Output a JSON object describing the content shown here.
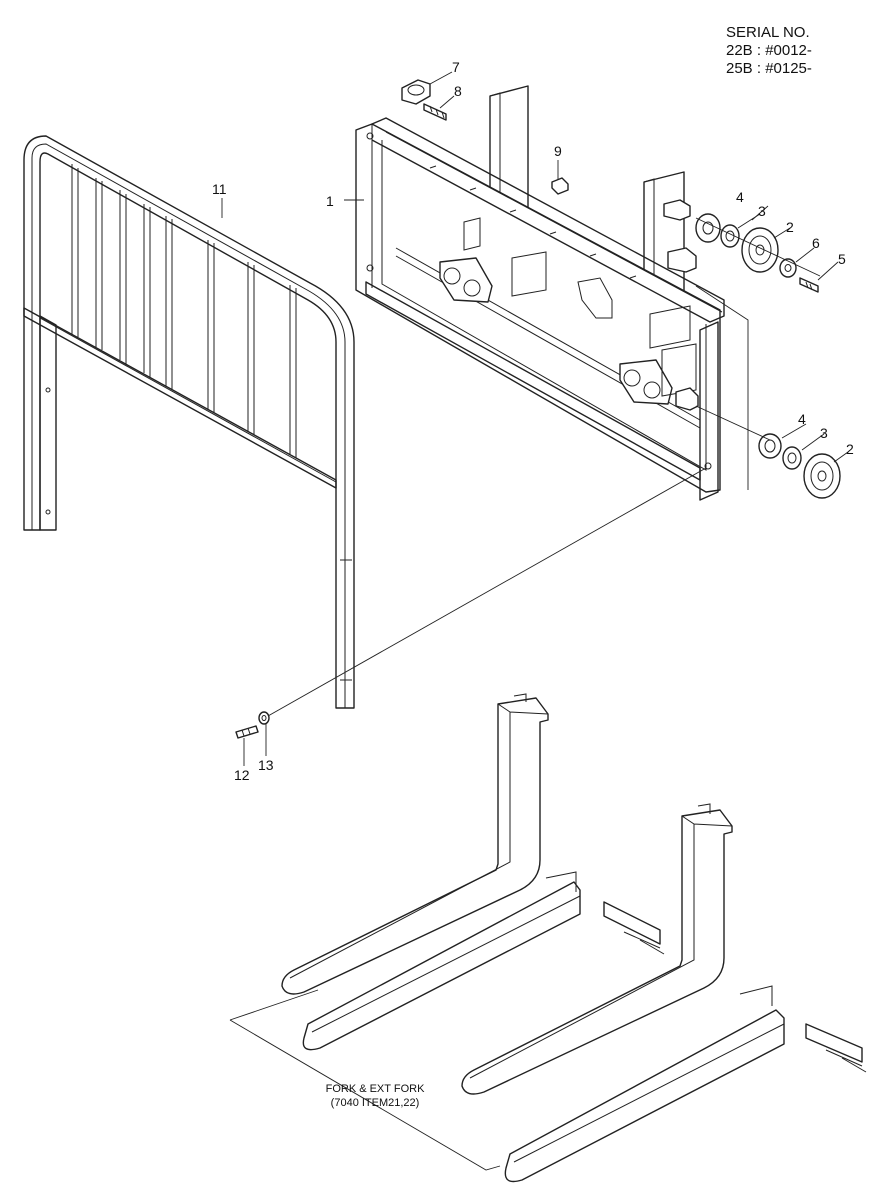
{
  "serial": {
    "heading": "SERIAL NO.",
    "line_22b": "22B : #0012-",
    "line_25b": "25B : #0125-"
  },
  "callouts": {
    "c1": "1",
    "c2a": "2",
    "c2b": "2",
    "c3a": "3",
    "c3b": "3",
    "c4a": "4",
    "c4b": "4",
    "c5": "5",
    "c6": "6",
    "c7": "7",
    "c8": "8",
    "c9": "9",
    "c11": "11",
    "c12": "12",
    "c13": "13"
  },
  "fork_note": {
    "line1": "FORK & EXT FORK",
    "line2": "(7040 ITEM21,22)"
  }
}
